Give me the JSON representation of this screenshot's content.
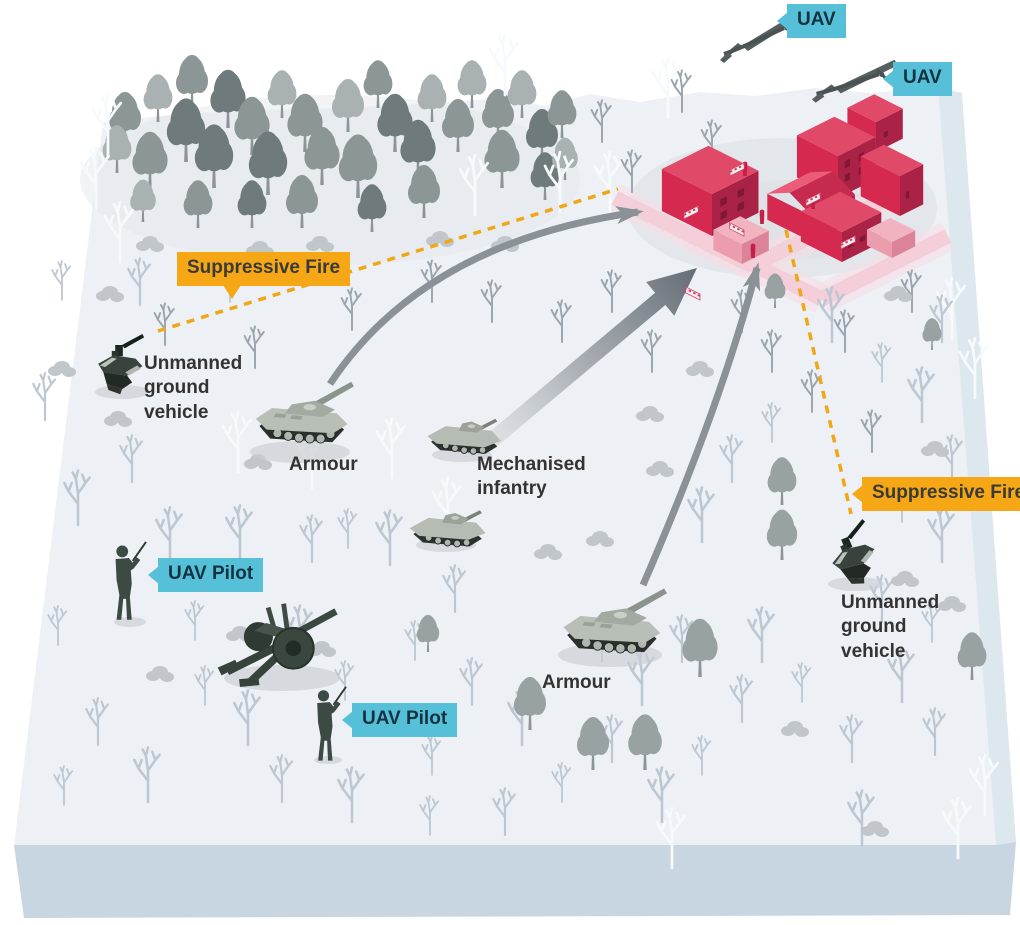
{
  "figure": {
    "description": "Isometric military tactics diagram showing a combined assault on a village supported by UAVs and unmanned ground vehicles",
    "callouts": {
      "uav_top": "UAV",
      "uav_bottom": "UAV",
      "suppressive_fire_left": "Suppressive Fire",
      "suppressive_fire_right": "Suppressive Fire",
      "uav_pilot_upper": "UAV Pilot",
      "uav_pilot_lower": "UAV Pilot"
    },
    "units": {
      "ugv_left": "Unmanned ground vehicle",
      "ugv_right": "Unmanned ground vehicle",
      "armour_upper": "Armour",
      "armour_lower": "Armour",
      "mechanised_infantry": "Mechanised infantry"
    },
    "icons": {
      "uav": "uav-drone-icon",
      "tank": "tank-icon",
      "ifv": "infantry-fighting-vehicle-icon",
      "ugv": "unmanned-ground-vehicle-icon",
      "soldier": "uav-pilot-soldier-icon",
      "artillery": "howitzer-icon",
      "building": "village-building-icon",
      "arrow": "advance-arrow-icon",
      "dashed_line": "suppressive-fire-line-icon"
    },
    "colors": {
      "accent_cyan": "#56c0d8",
      "cyan_text": "#143340",
      "accent_orange": "#f5a716",
      "label_text_dark": "#333333",
      "dash_orange": "#f0a716",
      "arrow_gray": "#8a9197",
      "terrain_top": "#edf0f4",
      "terrain_front": "#c8d6e1",
      "terrain_side": "#dde7ee",
      "clearing_gray": "#e3e6ea",
      "road_pink": "#f3cdd8",
      "road_pink_pale": "#f7dde4",
      "building_top": "#e04a68",
      "building_left": "#d62950",
      "building_right": "#aa2246",
      "building_window": "#7e1834",
      "building_roof_front": "#c62a4e",
      "building_roof_back": "#ea5c78",
      "building_pink_top": "#f2b3c0",
      "building_pink_left": "#eb9cad",
      "building_pink_right": "#dc8399",
      "building_pink_window": "#c06379",
      "enemy_red": "#c41f47",
      "barrier_fill": "#fbeff2",
      "barrier_stripe": "#cf4466",
      "forest_dark": "#6e7a7c",
      "forest_mid": "#8c9697",
      "forest_light": "#a9b1b2",
      "bare_tree_light": "#bcc7d1",
      "bare_tree_mid": "#9aa4ac",
      "tree_white": "#f7fafc",
      "leafy_gray": "#99a2a3",
      "bush_gray": "#c0c6ca",
      "vehicle_dark": "#2c332f",
      "vehicle_light": "#b7bfb7",
      "army_green": "#3f4c44",
      "uav_gray": "#565e60",
      "shadow_gray": "#c9ced4"
    }
  }
}
